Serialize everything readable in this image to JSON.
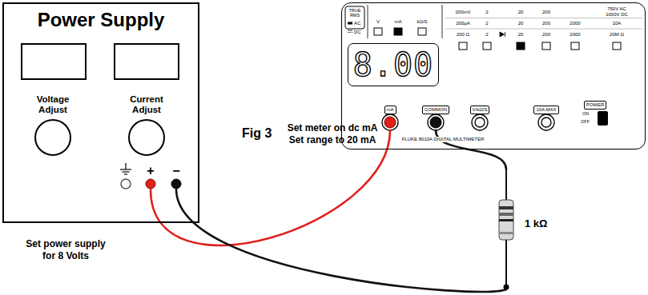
{
  "diagram": {
    "nodes": [
      {
        "text": [
          "Power Supply"
        ]
      },
      {
        "text": [
          "Voltage Adjust"
        ],
        "in": 0
      },
      {
        "text": [
          "Current Adjust"
        ],
        "in": 0
      },
      {
        "text": [
          "+"
        ],
        "in": 0
      },
      {
        "text": [
          "−"
        ],
        "in": 0
      },
      {
        "text": [
          "FLUKE 8010A DIGITAL MULTIMETER"
        ]
      },
      {
        "text": [
          "8.00"
        ],
        "in": 5
      },
      {
        "text": [
          "mA"
        ],
        "in": 5
      },
      {
        "text": [
          "COMMON"
        ],
        "in": 5
      },
      {
        "text": [
          "V/kΩ/S"
        ],
        "in": 5
      },
      {
        "text": [
          "10A MAX"
        ],
        "in": 5
      },
      {
        "text": [
          "1 kΩ"
        ]
      }
    ],
    "edges": [
      {
        "from": 3,
        "to": 7,
        "arrow": "none"
      },
      {
        "from": 8,
        "to": 11,
        "arrow": "none"
      },
      {
        "from": 11,
        "to": 4,
        "arrow": "none"
      }
    ],
    "labels": [
      "Fig 3",
      "Set meter on dc mA",
      "Set range to 20 mA",
      "Set power supply",
      "for 8 Volts",
      "TRUE RMS",
      "AC",
      "DC",
      "V",
      "mA",
      "kΩ/S",
      "200mV",
      "2",
      "20",
      "200",
      "750V AC 1000V DC",
      "200µA",
      "2",
      "20",
      "200",
      "2000",
      "10A",
      "200 Ω",
      "2",
      "20",
      "200",
      "2000",
      "20M Ω",
      "POWER",
      "ON",
      "OFF"
    ]
  }
}
